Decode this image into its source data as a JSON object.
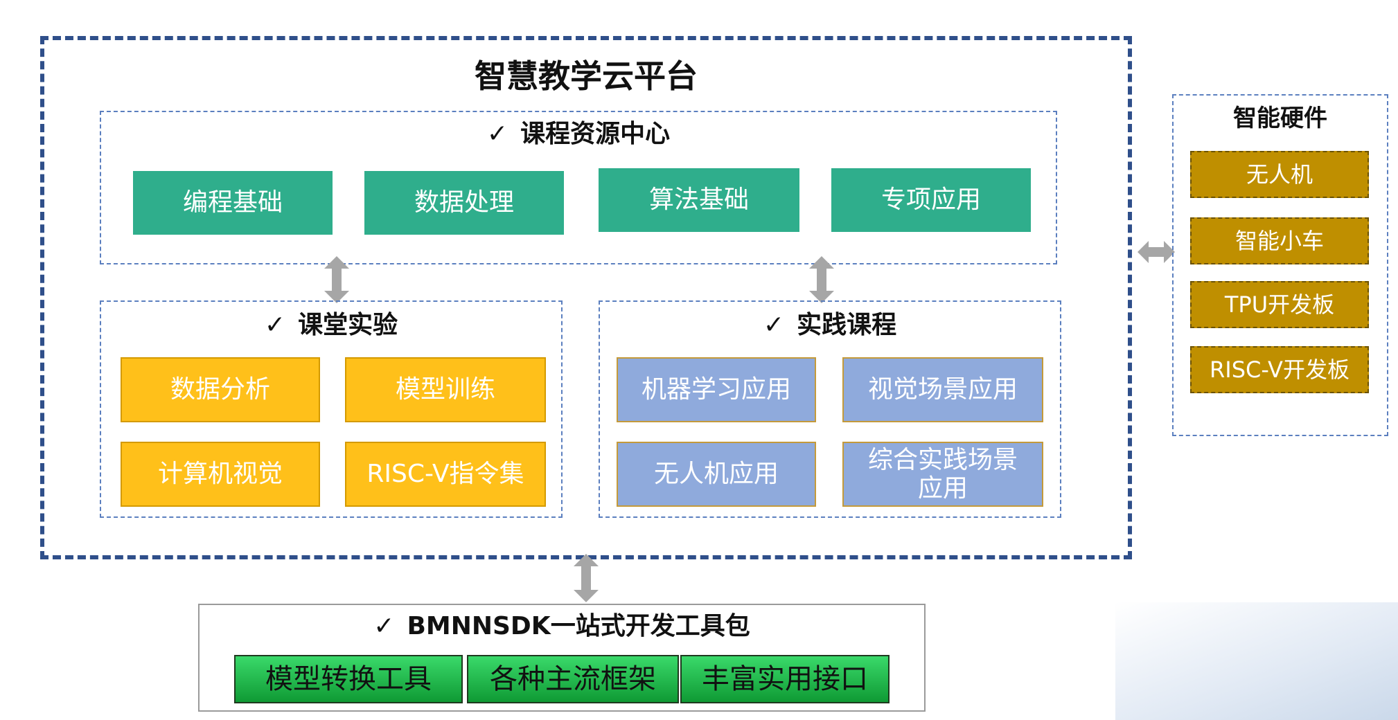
{
  "platform_title": "智慧教学云平台",
  "course_center": {
    "heading": "课程资源中心",
    "items": [
      "编程基础",
      "数据处理",
      "算法基础",
      "专项应用"
    ]
  },
  "classroom_lab": {
    "heading": "课堂实验",
    "items": [
      "数据分析",
      "模型训练",
      "计算机视觉",
      "RISC-V指令集"
    ]
  },
  "practice_course": {
    "heading": "实践课程",
    "items": [
      "机器学习应用",
      "视觉场景应用",
      "无人机应用",
      "综合实践场景应用"
    ]
  },
  "hardware": {
    "heading": "智能硬件",
    "items": [
      "无人机",
      "智能小车",
      "TPU开发板",
      "RISC-V开发板"
    ]
  },
  "sdk": {
    "heading": "BMNNSDK一站式开发工具包",
    "items": [
      "模型转换工具",
      "各种主流框架",
      "丰富实用接口"
    ]
  },
  "colors": {
    "outer_border": "#2f4f8a",
    "teal": "#2fae8c",
    "yellow": "#ffc01a",
    "blue": "#8faadc",
    "gold": "#bf8f00",
    "green": "#1fbf4f",
    "arrow": "#a6a6a6"
  }
}
